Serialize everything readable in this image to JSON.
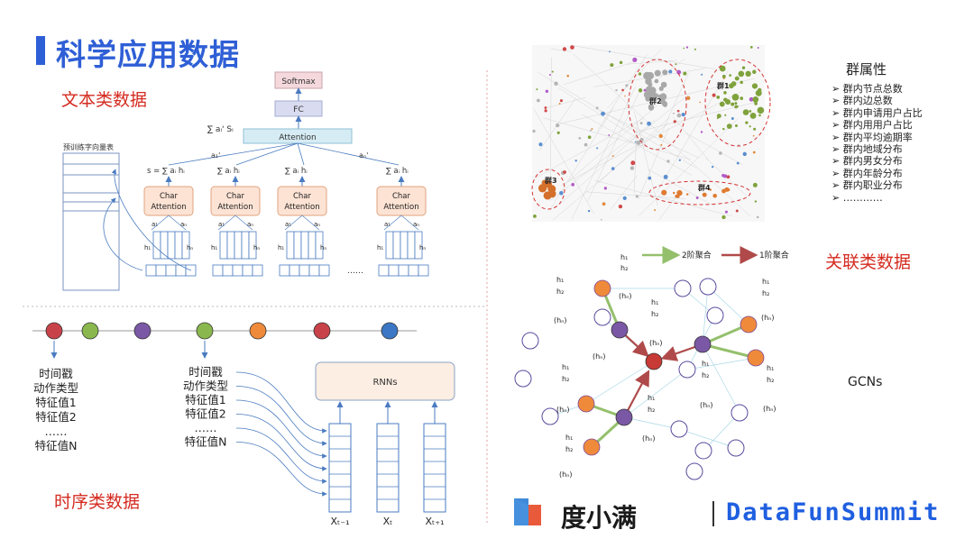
{
  "page": {
    "title": "科学应用数据"
  },
  "sections": {
    "text": "文本类数据",
    "timeseries": "时序类数据",
    "relational": "关联类数据"
  },
  "text_diagram": {
    "softmax": "Softmax",
    "fc": "FC",
    "attention": "Attention",
    "sum_top": "∑ aᵢ' Sᵢ",
    "pretrain_label": "预训练字向量表",
    "char_attention_l1": "Char",
    "char_attention_l2": "Attention",
    "s_formula": "s = ∑ aᵢ hᵢ",
    "sum_h": "∑ aᵢ hᵢ",
    "a1p": "a₁'",
    "anp": "aₙ'",
    "a1": "a₁",
    "an": "aₙ",
    "h1": "h₁",
    "hn": "hₙ",
    "dots": "……"
  },
  "timeseries_diagram": {
    "node_colors": [
      "#c8424a",
      "#8ab84e",
      "#7a58a5",
      "#8ab84e",
      "#ef8a3b",
      "#c8424a",
      "#3b77c4"
    ],
    "left_features": [
      "时间戳",
      "动作类型",
      "特征值1",
      "特征值2",
      "……",
      "特征值N"
    ],
    "right_features": [
      "时间戳",
      "动作类型",
      "特征值1",
      "特征值2",
      "……",
      "特征值N"
    ],
    "rnn_label": "RNNs",
    "x_labels": [
      "Xₜ₋₁",
      "Xₜ",
      "Xₜ₊₁"
    ]
  },
  "group_panel": {
    "title": "群属性",
    "attributes": [
      "群内节点总数",
      "群内边总数",
      "群内申请用户占比",
      "群内用用户占比",
      "群内平均逾期率",
      "群内地域分布",
      "群内男女分布",
      "群内年龄分布",
      "群内职业分布",
      "…………"
    ],
    "cluster_labels": [
      "群1",
      "群2",
      "群3",
      "群4"
    ]
  },
  "gcn_diagram": {
    "legend_h1": "h₁",
    "legend_h2": "h₂",
    "legend_2nd": "2阶聚合",
    "legend_1st": "1阶聚合",
    "h1": "h₁",
    "h2": "h₂",
    "hn": "(hₙ)",
    "label": "GCNs",
    "colors": {
      "green": "#94c06c",
      "red": "#b04a4a",
      "orange": "#ef8a3b",
      "purple": "#7a58a5",
      "dark_red": "#c83a35",
      "hollow": "#5a4a9c"
    }
  },
  "footer": {
    "logo_text": "度小满",
    "brand": "DataFunSummit"
  }
}
